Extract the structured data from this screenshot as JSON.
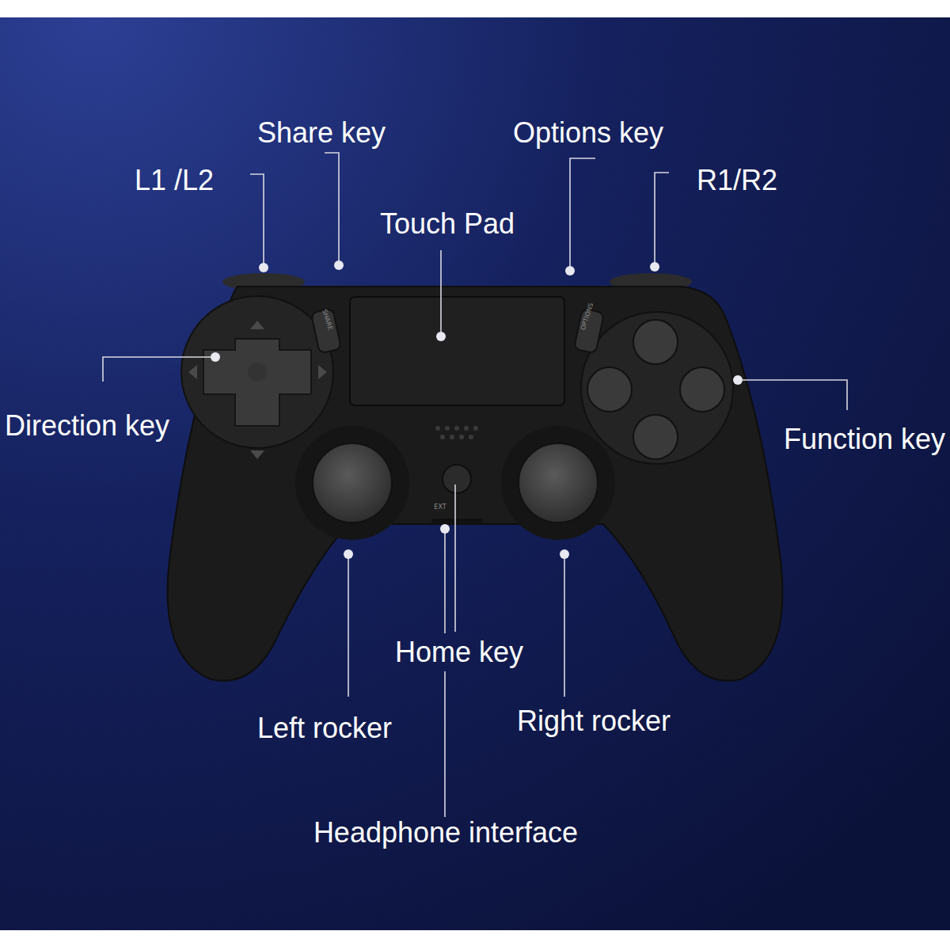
{
  "diagram": {
    "labels": [
      "Share key",
      "L1 /L2",
      "Options key",
      "R1/R2",
      "Touch Pad",
      "Direction key",
      "Function key",
      "Home key",
      "Left rocker",
      "Right rocker",
      "Headphone interface",
      "SHARE",
      "OPTIONS",
      "EXT"
    ]
  }
}
